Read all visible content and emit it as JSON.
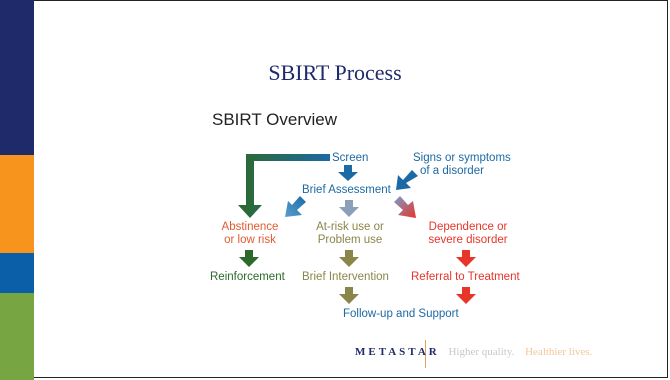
{
  "slide": {
    "title": "SBIRT Process",
    "subtitle": "SBIRT Overview"
  },
  "sidebar_colors": [
    "#1f2a6b",
    "#f7941d",
    "#0b5ea8",
    "#77a542"
  ],
  "diagram": {
    "screen": "Screen",
    "signs": [
      "Signs or symptoms",
      "of a disorder"
    ],
    "brief_assessment": "Brief Assessment",
    "abstinence": [
      "Abstinence",
      "or low risk"
    ],
    "at_risk": [
      "At-risk use or",
      "Problem use"
    ],
    "dependence": [
      "Dependence or",
      "severe disorder"
    ],
    "reinforcement": "Reinforcement",
    "brief_intervention": "Brief Intervention",
    "referral": "Referral to Treatment",
    "follow_up": "Follow-up and Support"
  },
  "colors": {
    "blue": "#1b6aa5",
    "green": "#2c6a2c",
    "olive": "#8a8548",
    "red": "#e8352a",
    "orange_red": "#e05b30"
  },
  "footer": {
    "brand": "METASTAR",
    "tag1": "Higher quality.",
    "tag2": "Healthier lives."
  }
}
